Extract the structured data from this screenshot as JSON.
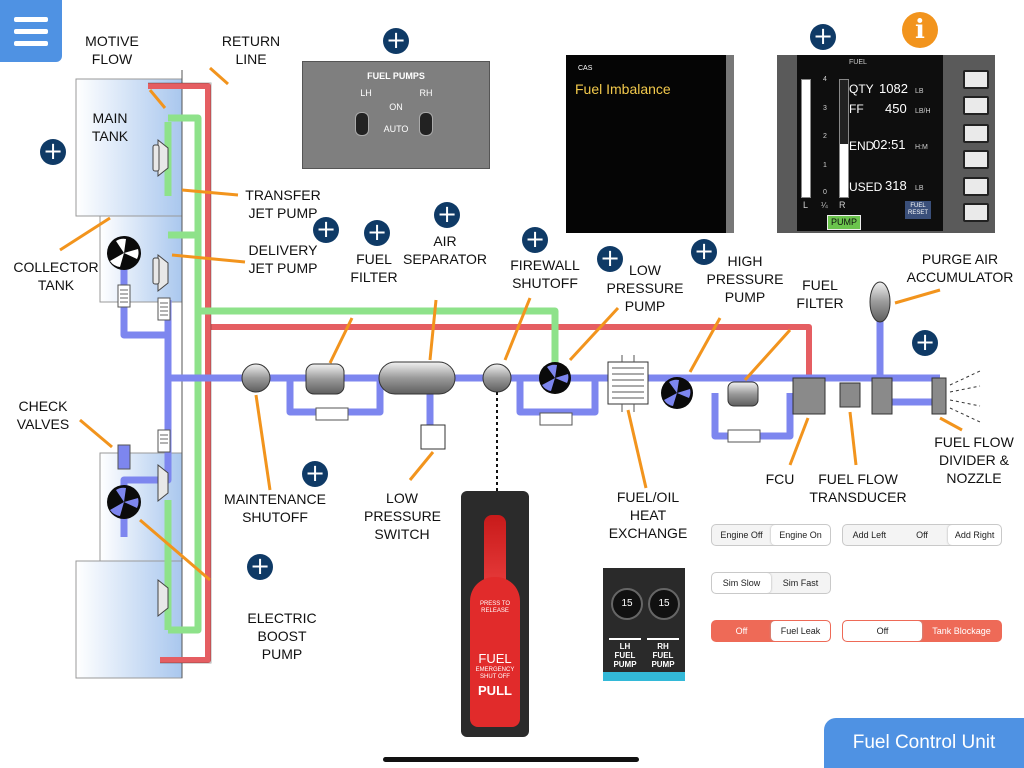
{
  "app": {
    "bottom_button": "Fuel Control Unit"
  },
  "labels": {
    "motive_flow": "MOTIVE\nFLOW",
    "return_line": "RETURN\nLINE",
    "main_tank": "MAIN\nTANK",
    "collector_tank": "COLLECTOR\nTANK",
    "transfer_jet_pump": "TRANSFER\nJET PUMP",
    "delivery_jet_pump": "DELIVERY\nJET PUMP",
    "fuel_filter_1": "FUEL\nFILTER",
    "air_separator": "AIR\nSEPARATOR",
    "firewall_shutoff": "FIREWALL\nSHUTOFF",
    "low_pressure_pump": "LOW\nPRESSURE\nPUMP",
    "high_pressure_pump": "HIGH\nPRESSURE\nPUMP",
    "fuel_filter_2": "FUEL\nFILTER",
    "purge_air_accumulator": "PURGE AIR\nACCUMULATOR",
    "check_valves": "CHECK\nVALVES",
    "maintenance_shutoff": "MAINTENANCE\nSHUTOFF",
    "low_pressure_switch": "LOW\nPRESSURE\nSWITCH",
    "fuel_oil_heat_exchange": "FUEL/OIL\nHEAT\nEXCHANGE",
    "fcu": "FCU",
    "fuel_flow_transducer": "FUEL FLOW\nTRANSDUCER",
    "fuel_flow_divider_nozzle": "FUEL FLOW\nDIVIDER &\nNOZZLE",
    "electric_boost_pump": "ELECTRIC\nBOOST\nPUMP"
  },
  "fuel_pumps_panel": {
    "title": "FUEL PUMPS",
    "lh": "LH",
    "rh": "RH",
    "on": "ON",
    "auto": "AUTO"
  },
  "cas": {
    "header": "CAS",
    "message": "Fuel Imbalance"
  },
  "fuel_display": {
    "title": "FUEL",
    "qty_label": "QTY",
    "qty_value": "1082",
    "qty_unit": "LB",
    "ff_label": "FF",
    "ff_value": "450",
    "ff_unit": "LB/H",
    "end_label": "END",
    "end_value": "02:51",
    "end_unit": "H:M",
    "used_label": "USED",
    "used_value": "318",
    "used_unit": "LB",
    "gauge_ticks": [
      "4",
      "3",
      "2",
      "1",
      "0"
    ],
    "gauge_l": "L",
    "gauge_quarter": "¼",
    "gauge_r": "R",
    "reset_label": "FUEL\nRESET",
    "pump_badge": "PUMP",
    "right_gauge_level": 0.45
  },
  "controls": {
    "engine": {
      "options": [
        "Engine Off",
        "Engine On"
      ],
      "selected": 1
    },
    "fuel_add": {
      "options": [
        "Add Left",
        "Off",
        "Add Right"
      ],
      "selected": 2
    },
    "sim_speed": {
      "options": [
        "Sim Slow",
        "Sim Fast"
      ],
      "selected": 0
    },
    "fuel_leak": {
      "options": [
        "Off",
        "Fuel Leak"
      ],
      "selected": 1
    },
    "tank_blockage": {
      "options": [
        "Off",
        "Tank Blockage"
      ],
      "selected": 0
    }
  },
  "emergency_handle": {
    "line1": "PRESS TO\nRELEASE",
    "fuel": "FUEL",
    "line2": "EMERGENCY\nSHUT OFF",
    "pull": "PULL"
  },
  "pump_breakers": {
    "lh": {
      "value": "15",
      "label": "LH\nFUEL\nPUMP"
    },
    "rh": {
      "value": "15",
      "label": "RH\nFUEL\nPUMP"
    }
  },
  "colors": {
    "accent": "#4f92e3",
    "info": "#f2941d",
    "plus": "#0f3a66",
    "pipe_blue": "#7d86ef",
    "pipe_green": "#8ee28a",
    "pipe_red": "#e55e62",
    "leader": "#f2941d",
    "cas_text": "#f2c94c",
    "warning": "#ee6a57"
  }
}
